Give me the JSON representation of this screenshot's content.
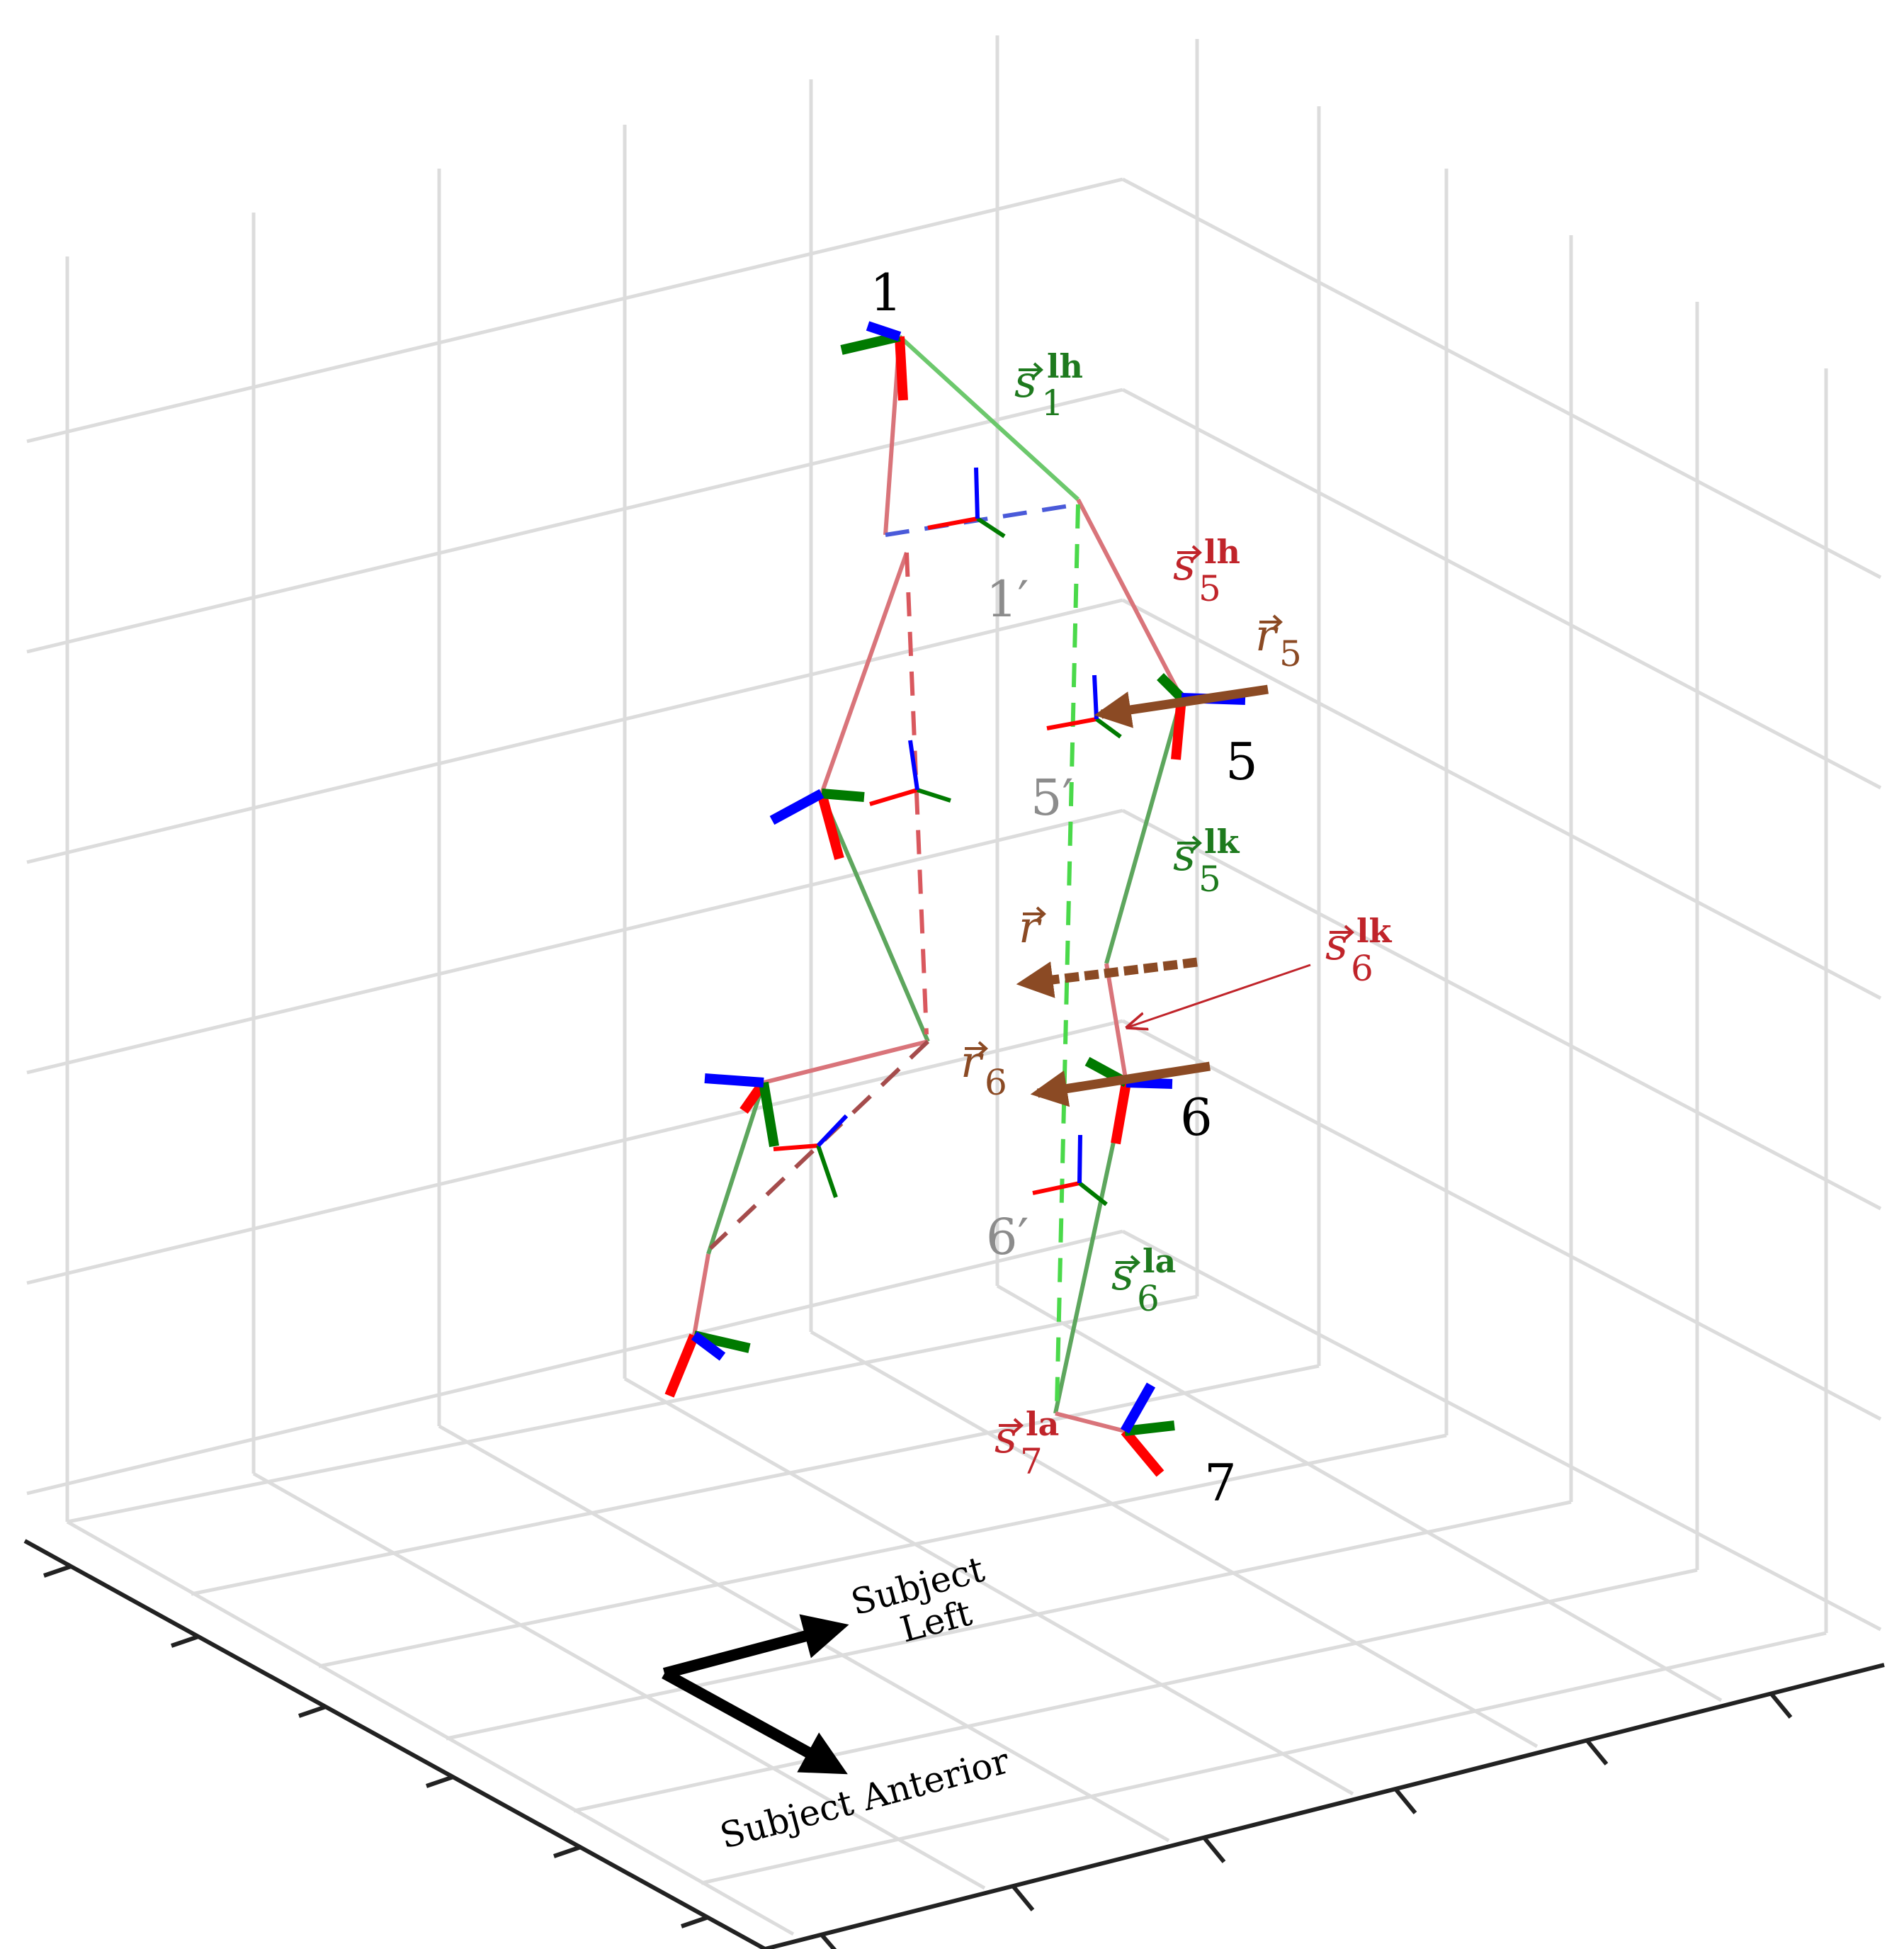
{
  "colors": {
    "grid": "#dcdcdc",
    "axis": "#222222",
    "red_segment": "#d9747a",
    "green_segment": "#5da65d",
    "light_green_segment": "#6cc86c",
    "dashed_green": "#4ad94a",
    "dashed_blue": "#4a5ad9",
    "dashed_red": "#d9585e",
    "dashed_maroon": "#a54c4c",
    "frame_red": "#ff0000",
    "frame_green": "#007a00",
    "frame_blue": "#0000ff",
    "brown_vector": "#8b4a24",
    "label_green": "#1e7a1e",
    "label_red": "#c0242a",
    "label_brown": "#8b4a24",
    "label_gray": "#8c8c8c",
    "orient_arrow": "#000000"
  },
  "labels": {
    "node1": "1",
    "node5": "5",
    "node6": "6",
    "node7": "7",
    "node1p": "1′",
    "node5p": "5′",
    "node6p": "6′",
    "s1lh": {
      "base": "s",
      "sup": "lh",
      "sub": "1"
    },
    "s5lh": {
      "base": "s",
      "sup": "lh",
      "sub": "5"
    },
    "s5lk": {
      "base": "s",
      "sup": "lk",
      "sub": "5"
    },
    "s6lk": {
      "base": "s",
      "sup": "lk",
      "sub": "6"
    },
    "s6la": {
      "base": "s",
      "sup": "la",
      "sub": "6"
    },
    "s7la": {
      "base": "s",
      "sup": "la",
      "sub": "7"
    },
    "r5": {
      "base": "r",
      "sub": "5"
    },
    "r6": {
      "base": "r",
      "sub": "6"
    },
    "r": {
      "base": "r"
    }
  },
  "orientation": {
    "left_line1": "Subject",
    "left_line2": "Left",
    "anterior": "Subject Anterior"
  }
}
